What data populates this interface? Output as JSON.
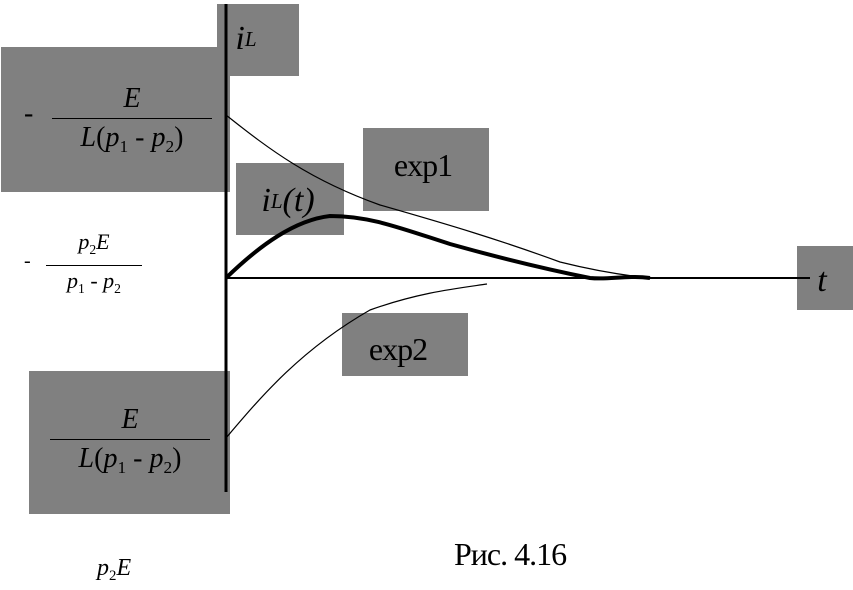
{
  "axes": {
    "y_label_main": "i",
    "y_label_sub": "L",
    "x_label": "t"
  },
  "curves": {
    "il_label_main": "i",
    "il_label_sub": "L",
    "il_label_arg": "(t)",
    "exp1_label": "exp1",
    "exp2_label": "exp2"
  },
  "formulas": {
    "top_minus": "-",
    "top_num": "E",
    "top_den_L": "L",
    "top_den_open": "(",
    "top_den_p": "p",
    "top_den_s1": "1",
    "top_den_op": " - ",
    "top_den_s2": "2",
    "top_den_close": ")",
    "mid_minus": "-",
    "mid_num_p": "p",
    "mid_num_s": "2",
    "mid_num_E": "E",
    "mid_den_p1": "p",
    "mid_den_s1": "1",
    "mid_den_op": " - ",
    "mid_den_p2": "p",
    "mid_den_s2": "2",
    "bot_num": "E",
    "bot_den_L": "L",
    "bot_den_open": "(",
    "bot_den_p": "p",
    "bot_den_s1": "1",
    "bot_den_op": " - ",
    "bot_den_s2": "2",
    "bot_den_close": ")",
    "bottom_p": "p",
    "bottom_s": "2",
    "bottom_E": "E"
  },
  "caption": "Рис. 4.16",
  "colors": {
    "box": "#808080",
    "line": "#000000",
    "background": "#ffffff"
  }
}
